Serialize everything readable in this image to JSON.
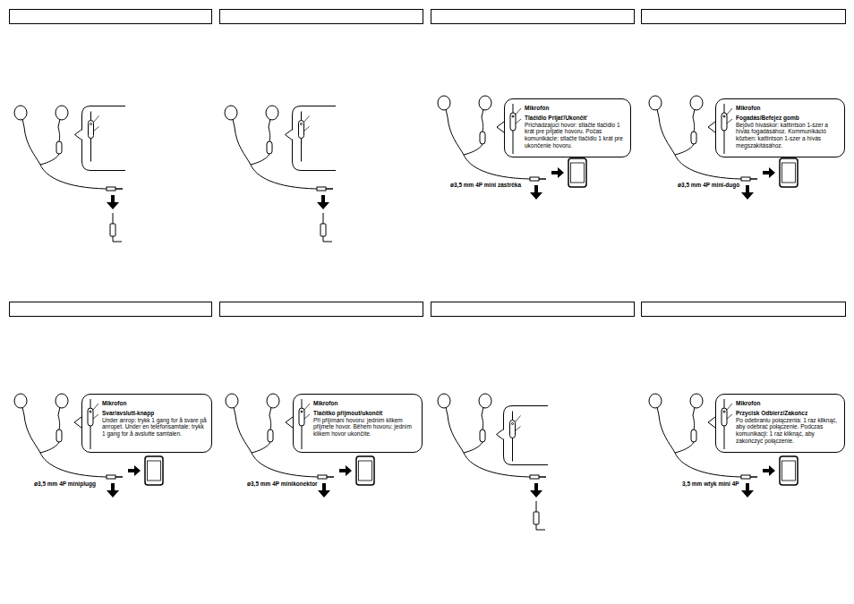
{
  "diagram": {
    "nodes": [
      {
        "text": [
          "Mikrofón",
          "Tlačidlo Prijať/Ukončiť",
          "Prichádzajúci hovor: stlačte tlačidlo 1 krát pre prijatie hovoru. Počas komunikácie: stlačte tlačidlo 1 krát pre ukončenie hovoru."
        ]
      },
      {
        "text": [
          "Mikrofon",
          "Fogadás/Befejez gomb",
          "Bejövő híváskor: kattintson 1-szer a hívás fogadásához. Kommunikáció közben: kattintson 1-szer a hívás megszakításához."
        ]
      },
      {
        "text": [
          "Mikrofon",
          "Svar/avslutt-knapp",
          "Under anrop: trykk 1 gang for å svare på anropet. Under en telefonsamtale: trykk 1 gang for å avslutte samtalen."
        ]
      },
      {
        "text": [
          "Mikrofon",
          "Tlačítko přijmout/ukončit",
          "Při přijímání hovoru: jedním klikem přijmete hovor. Během hovoru: jedním klikem hovor ukončíte."
        ]
      },
      {
        "text": [
          "Mikrofon",
          "Przycisk Odbierz/Zakończ",
          "Po odebraniu połączenia: 1 raz kliknąć, aby odebrać połączenie. Podczas komunikacji: 1 raz kliknąć, aby zakończyć połączenie."
        ]
      }
    ],
    "labels": [
      "ø3,5 mm 4P mini zástrčka",
      "ø3,5 mm 4P mini-dugó",
      "ø3,5 mm 4P miniplugg",
      "ø3,5 mm 4P minikonektor",
      "3,5 mm wtyk mini 4P"
    ]
  }
}
